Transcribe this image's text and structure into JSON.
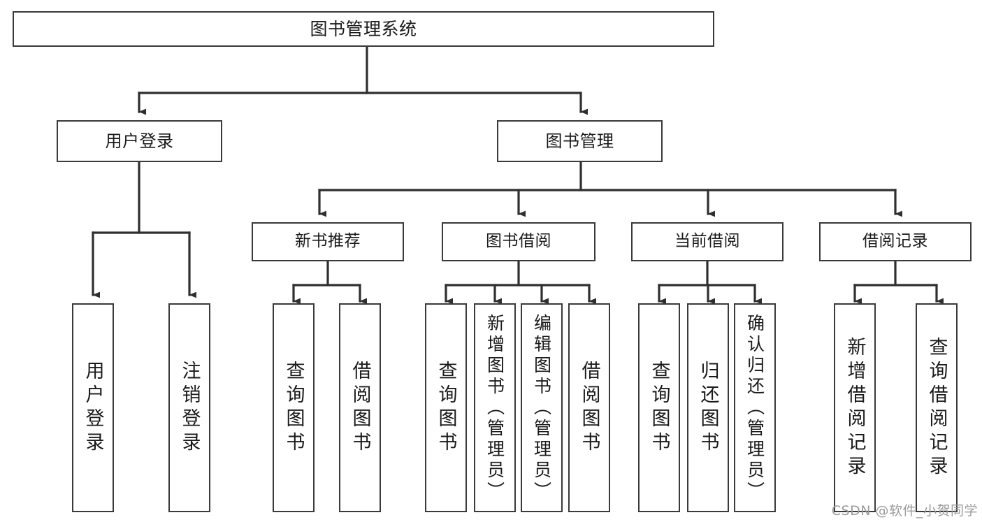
{
  "diagram": {
    "title": "图书管理系统",
    "type": "tree",
    "root": {
      "label": "图书管理系统"
    },
    "level1": [
      {
        "label": "用户登录"
      },
      {
        "label": "图书管理"
      }
    ],
    "level2": [
      {
        "label": "新书推荐"
      },
      {
        "label": "图书借阅"
      },
      {
        "label": "当前借阅"
      },
      {
        "label": "借阅记录"
      }
    ],
    "leaves": {
      "user_login": [
        {
          "label": "用户登录"
        },
        {
          "label": "注销登录"
        }
      ],
      "new_book_recommend": [
        {
          "label": "查询图书"
        },
        {
          "label": "借阅图书"
        }
      ],
      "book_borrow": [
        {
          "label": "查询图书"
        },
        {
          "label": "新增图书（管理员）"
        },
        {
          "label": "编辑图书（管理员）"
        },
        {
          "label": "借阅图书"
        }
      ],
      "current_borrow": [
        {
          "label": "查询图书"
        },
        {
          "label": "归还图书"
        },
        {
          "label": "确认归还（管理员）"
        }
      ],
      "borrow_record": [
        {
          "label": "新增借阅记录"
        },
        {
          "label": "查询借阅记录"
        }
      ]
    }
  },
  "watermark": {
    "text": "CSDN @软件_小贺同学"
  },
  "colors": {
    "stroke": "#3a3a3a",
    "fill": "#ffffff",
    "text": "#1a1a1a",
    "watermark": "#9b9b9b"
  }
}
